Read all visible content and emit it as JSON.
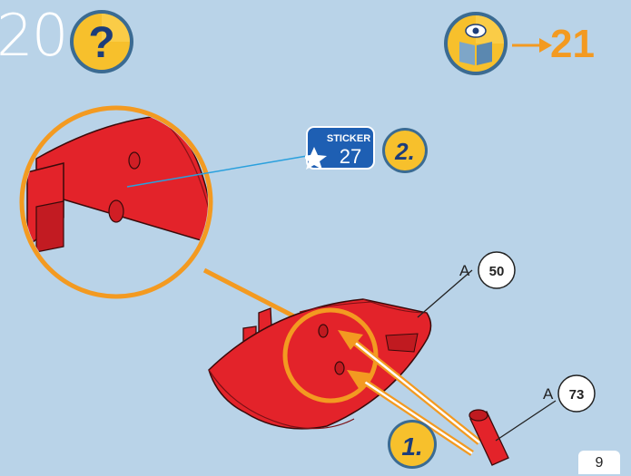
{
  "step": {
    "number": "20"
  },
  "next": {
    "label": "21"
  },
  "sticker": {
    "title": "STICKER",
    "number": "27"
  },
  "sub_steps": {
    "first": "1.",
    "second": "2."
  },
  "parts": [
    {
      "letter": "A",
      "number": "50"
    },
    {
      "letter": "A",
      "number": "73"
    }
  ],
  "page": {
    "number": "9"
  },
  "icons": {
    "help": "question-mark-icon",
    "look_ahead": "eye-book-icon",
    "arrow": "right-arrow-icon"
  },
  "colors": {
    "background": "#b9d3e8",
    "accent_orange": "#f39a21",
    "badge_yellow": "#f7c02c",
    "part_red": "#e3232a",
    "sticker_blue": "#2a7fd1"
  }
}
